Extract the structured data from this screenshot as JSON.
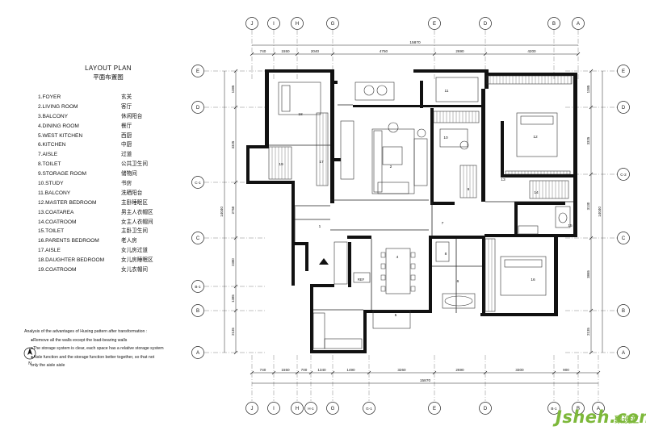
{
  "layout_plan": {
    "title": "LAYOUT PLAN",
    "subtitle": "平面布置图",
    "legend": [
      {
        "en": "1.FOYER",
        "zh": "玄关"
      },
      {
        "en": "2.LIVING ROOM",
        "zh": "客厅"
      },
      {
        "en": "3.BALCONY",
        "zh": "休闲阳台"
      },
      {
        "en": "4.DINING ROOM",
        "zh": "餐厅"
      },
      {
        "en": "5.WEST KITCHEN",
        "zh": "西厨"
      },
      {
        "en": "6.KITCHEN",
        "zh": "中厨"
      },
      {
        "en": "7.AISLE",
        "zh": "过道"
      },
      {
        "en": "8.TOILET",
        "zh": "公共卫生间"
      },
      {
        "en": "9.STORAGE ROOM",
        "zh": "储物间"
      },
      {
        "en": "10.STUDY",
        "zh": "书房"
      },
      {
        "en": "11.BALCONY",
        "zh": "洗晒阳台"
      },
      {
        "en": "12.MASTER BEDROOM",
        "zh": "主卧睡眠区"
      },
      {
        "en": "13.COATAREA",
        "zh": "男主人衣帽区"
      },
      {
        "en": "14.COATROOM",
        "zh": "女主人衣帽间"
      },
      {
        "en": "15.TOILET",
        "zh": "主卧卫生间"
      },
      {
        "en": "16.PARENTS BEDROOM",
        "zh": "老人房"
      },
      {
        "en": "17.AISLE",
        "zh": "女儿房过道"
      },
      {
        "en": "18.DAUGHTER BEDROOM",
        "zh": "女儿房睡眠区"
      },
      {
        "en": "19.COATROOM",
        "zh": "女儿衣帽间"
      }
    ]
  },
  "analysis": {
    "heading": "Analysis of the advantages of Huxing pattern after transformation :",
    "bullets": [
      "●Remove all the walls except the load-bearing walls",
      "●The storage system is clear, each space has a relative storage system",
      "●Aisle function and the storage function better together, so that not",
      "only the aisle aisle"
    ]
  },
  "north_label": "N",
  "grid_top": [
    "J",
    "I",
    "H",
    "G",
    "E",
    "D",
    "B",
    "A"
  ],
  "grid_bottom": [
    "J",
    "I",
    "H",
    "H-1",
    "G",
    "G-1",
    "E",
    "D",
    "B-1",
    "B",
    "A"
  ],
  "grid_left": [
    "E",
    "D",
    "C-1",
    "C",
    "B-1",
    "B",
    "A"
  ],
  "grid_right": [
    "E",
    "D",
    "C-2",
    "C",
    "B",
    "A"
  ],
  "dims": {
    "top_total": "15870",
    "top_segments": [
      "740",
      "1550",
      "2040",
      "4750",
      "2690",
      "4200"
    ],
    "bottom_segments": [
      "740",
      "1550",
      "700",
      "1340",
      "1490",
      "3260",
      "2690",
      "3300",
      "900"
    ],
    "bottom_total": "15870",
    "left_segments": [
      "1385",
      "3325",
      "2750",
      "2380",
      "1385",
      "2135"
    ],
    "left_total": "14040",
    "right_segments": [
      "1385",
      "3325",
      "3130",
      "3865",
      "2135"
    ],
    "right_total": "14040"
  },
  "room_numbers": [
    "1",
    "2",
    "4",
    "5",
    "6",
    "7",
    "8",
    "9",
    "10",
    "11",
    "12",
    "13",
    "14",
    "15",
    "16",
    "17",
    "18",
    "19"
  ],
  "ref_label": "REF",
  "logo": {
    "word": "Jsheh.com",
    "cn": "聚设汇"
  }
}
